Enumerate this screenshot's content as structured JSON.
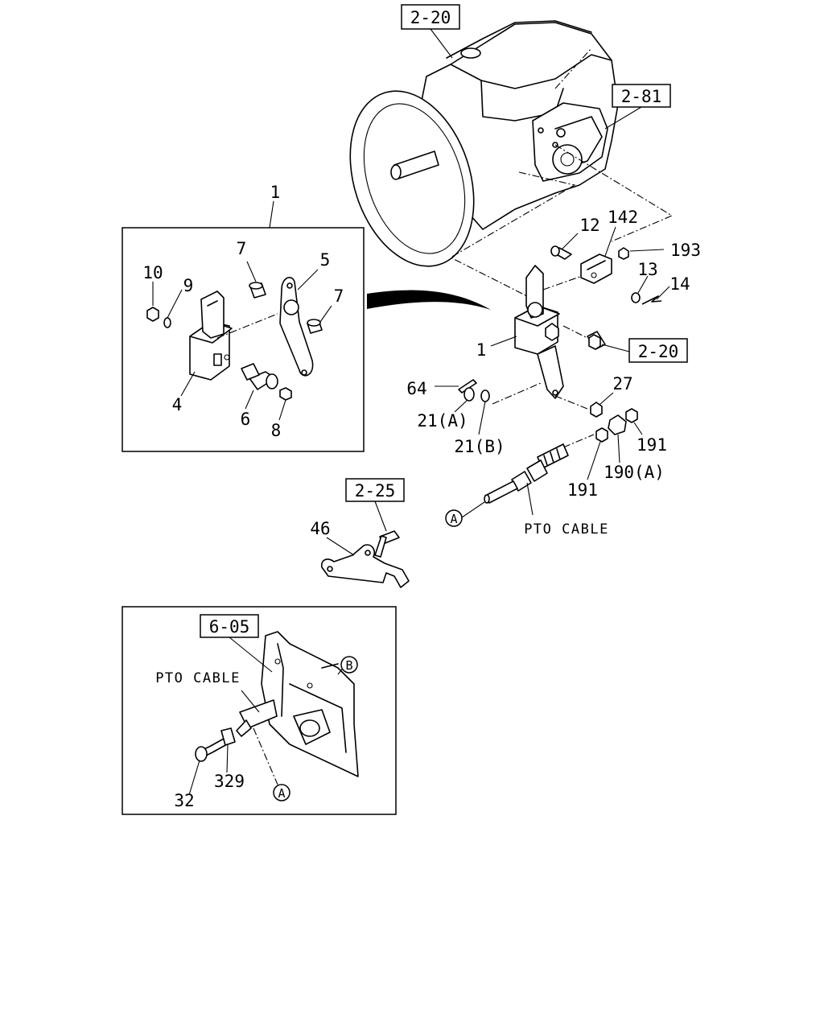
{
  "references": {
    "trans_top": "2-20",
    "pto_unit": "2-81",
    "bracket_bolt": "2-20",
    "lever_bracket": "2-25",
    "frame": "6-05"
  },
  "callouts": {
    "kit_1": "1",
    "nut_10": "10",
    "washer_9": "9",
    "bush_7a": "7",
    "bush_7b": "7",
    "lever_5": "5",
    "bracket_4": "4",
    "pin_6": "6",
    "nut_8": "8",
    "bolt_12": "12",
    "clevis_142": "142",
    "nut_193": "193",
    "washer_13": "13",
    "clip_14": "14",
    "bracket_1": "1",
    "pin_64": "64",
    "washer_21a": "21(A)",
    "washer_21b": "21(B)",
    "nut_27": "27",
    "nut_191a": "191",
    "nut_191b": "191",
    "nut_190a": "190(A)",
    "lever_46": "46",
    "bolt_32": "32",
    "washer_329": "329"
  },
  "cable_labels": {
    "main": "PTO CABLE",
    "inset": "PTO CABLE"
  },
  "circle_marks": {
    "a_main": "A",
    "a_inset": "A",
    "b_inset": "B"
  }
}
